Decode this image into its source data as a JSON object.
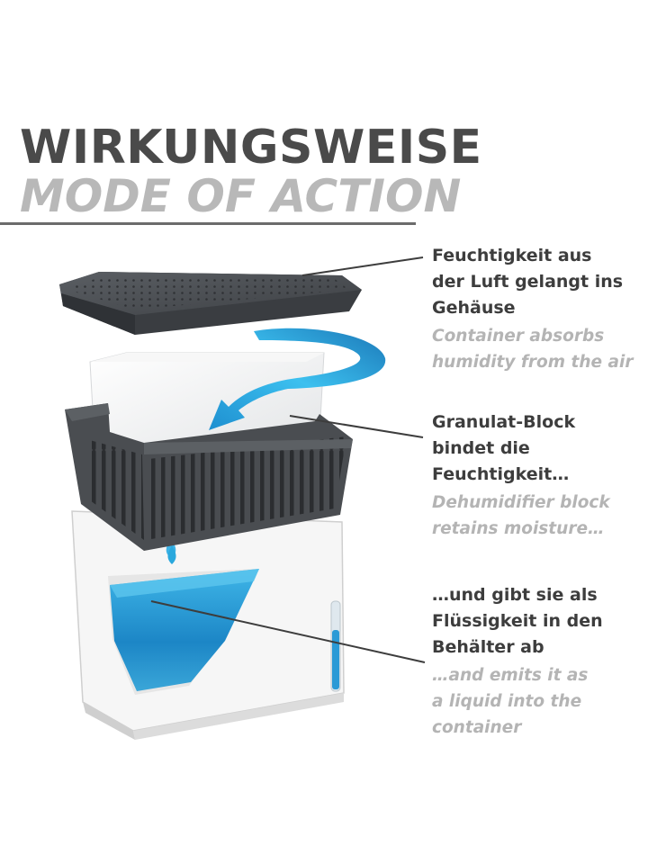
{
  "title": {
    "german": "WIRKUNGSWEISE",
    "english": "MODE OF ACTION"
  },
  "annotations": [
    {
      "german_lines": [
        "Feuchtigkeit aus",
        "der Luft gelangt ins",
        "Gehäuse"
      ],
      "english_lines": [
        "Container absorbs",
        "humidity from the air"
      ]
    },
    {
      "german_lines": [
        "Granulat-Block",
        "bindet die",
        "Feuchtigkeit…"
      ],
      "english_lines": [
        "Dehumidifier block",
        "retains moisture…"
      ]
    },
    {
      "german_lines": [
        "…und gibt sie als",
        "Flüssigkeit in den",
        "Behälter ab"
      ],
      "english_lines": [
        "…and emits it as",
        "a liquid into the",
        "container"
      ]
    }
  ],
  "colors": {
    "title_dark": "#4a4a4a",
    "title_light": "#b8b8b8",
    "lid_basket": "#4b4e52",
    "water_blue": "#2aa8dd",
    "container_white": "#f4f4f4"
  }
}
